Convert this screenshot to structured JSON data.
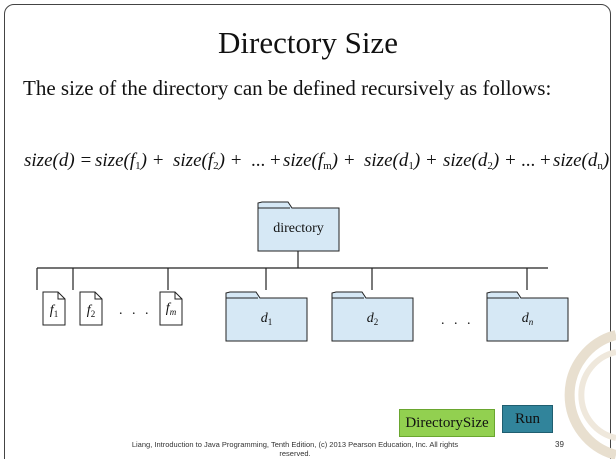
{
  "slide": {
    "title": "Directory Size",
    "body": "The size of the directory can be defined recursively as follows:",
    "formula": {
      "lhs": "size",
      "lhs_arg": "d",
      "terms": [
        "size",
        "f",
        "1",
        "size",
        "f",
        "2",
        "size",
        "f",
        "m",
        "size",
        "d",
        "1",
        "size",
        "d",
        "2",
        "size",
        "d",
        "n"
      ],
      "ellipsis": "..."
    },
    "tree": {
      "root": "directory",
      "files": [
        {
          "name": "f",
          "sub": "1"
        },
        {
          "name": "f",
          "sub": "2"
        },
        {
          "name": "f",
          "sub": "m"
        }
      ],
      "dirs": [
        {
          "name": "d",
          "sub": "1"
        },
        {
          "name": "d",
          "sub": "2"
        },
        {
          "name": "d",
          "sub": "n"
        }
      ],
      "files_ellipsis": ". . .",
      "dirs_ellipsis": ". . ."
    },
    "buttons": {
      "directory_size": "DirectorySize",
      "run": "Run"
    },
    "footer": {
      "text": "Liang, Introduction to Java Programming, Tenth Edition, (c) 2013 Pearson Education, Inc. All rights reserved.",
      "page": "39"
    },
    "colors": {
      "folder_fill": "#d6e8f5",
      "directory_size_button": "#92d050",
      "run_button": "#31849b"
    }
  }
}
